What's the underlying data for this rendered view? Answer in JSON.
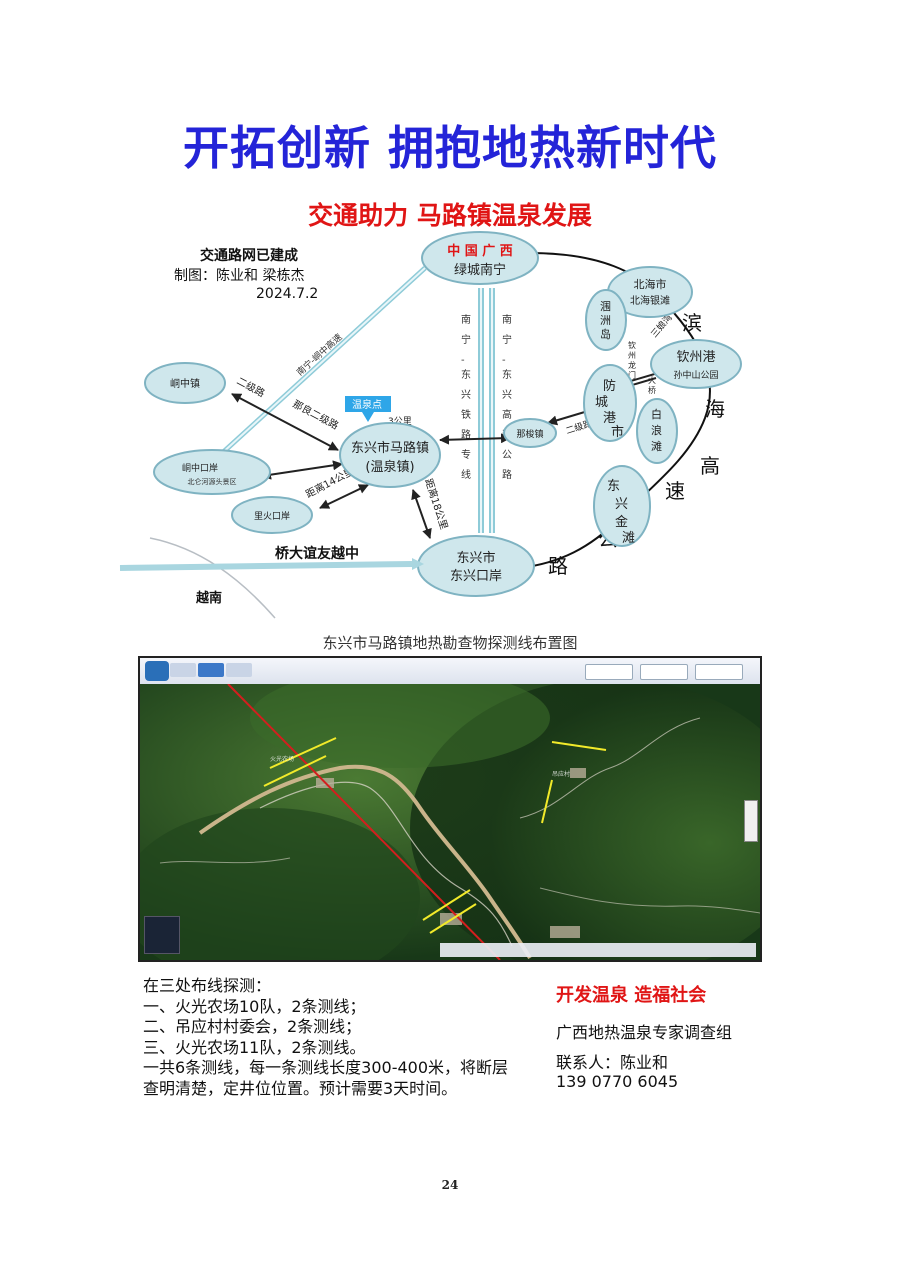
{
  "page": {
    "main_title": "开拓创新 拥抱地热新时代",
    "sub_title": "交通助力 马路镇温泉发展",
    "page_number": "24"
  },
  "map": {
    "legend_title": "交通路网已建成",
    "legend_author": "制图：陈业和 梁栋杰",
    "legend_date": "2024.7.2",
    "nodes": {
      "nanning_top": "中 国 广 西",
      "nanning_bottom": "绿城南宁",
      "beihai_top": "北海市",
      "beihai_bottom": "北海银滩",
      "qinzhou_top": "钦州港",
      "qinzhou_bottom": "孙中山公园",
      "weizhou": "涠洲岛",
      "fangcheng": "防城港市",
      "bailang": "白浪滩",
      "dongxing_jintan": "东兴金滩",
      "dongxing_bottom_top": "东兴市",
      "dongxing_bottom_bottom": "东兴口岸",
      "malu_top": "东兴市马路镇",
      "malu_bottom": "(温泉镇)",
      "najiao": "那梭镇",
      "dongzhong": "峒中镇",
      "dongzhong_port": "峒中口岸",
      "dongzhong_port_sub": "北仑河源头景区",
      "lihuo": "里火口岸",
      "hot_spring_point": "温泉点"
    },
    "roads": {
      "nanning_dongzhong": "南宁-峒中高速",
      "railway": "南宁-东兴铁路专线",
      "expressway": "南宁-东兴高速公路",
      "coastal": "滨海高速公路",
      "secondary_1": "二级路",
      "secondary_2": "那良二级路",
      "secondary_3": "二级路",
      "dist_3km": "3公里",
      "dist_14km": "距离14公里",
      "dist_18km": "距离18公里",
      "bridge": "桥大谊友越中",
      "vietnam": "越南",
      "qinzhou_bridge": "钦州龙门大桥",
      "sanniang": "三娘湾"
    }
  },
  "survey": {
    "caption": "东兴市马路镇地热勘查物探测线布置图",
    "map_labels": {
      "site_1": "火光农场",
      "site_2": "吊应村"
    }
  },
  "notes": {
    "heading": "在三处布线探测：",
    "item_1": "一、火光农场10队，2条测线；",
    "item_2": "二、吊应村村委会，2条测线；",
    "item_3": "三、火光农场11队，2条测线。",
    "summary": "一共6条测线，每一条测线长度300-400米，将断层查明清楚，定井位位置。预计需要3天时间。"
  },
  "promo": {
    "title": "开发温泉 造福社会",
    "org": "广西地热温泉专家调查组",
    "contact": "联系人：陈业和",
    "phone": "139 0770 6045"
  },
  "colors": {
    "title_blue": "#2424d8",
    "title_red": "#e01515",
    "node_fill": "#cfe7ec",
    "node_stroke": "#7fb3c2",
    "road_blue": "#8ecbd8",
    "survey_yellow": "#f2ea2a",
    "survey_red": "#d41e1e"
  }
}
